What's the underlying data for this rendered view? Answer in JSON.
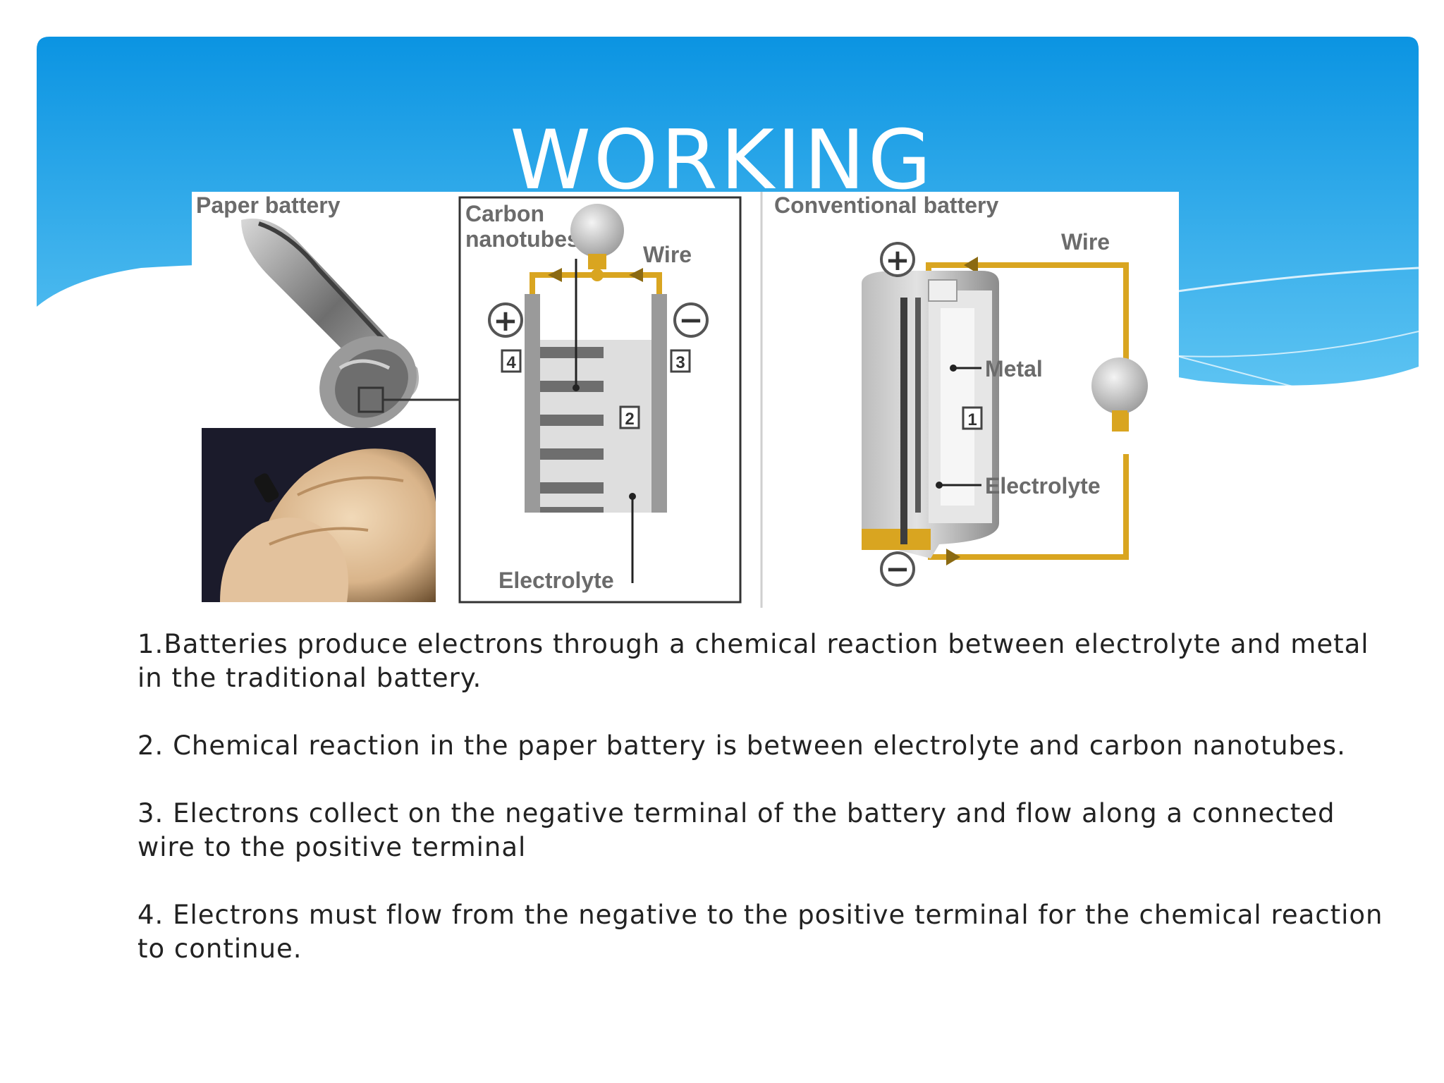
{
  "slide": {
    "title": "WORKING",
    "colors": {
      "header_top": "#0b94e2",
      "header_bottom": "#5cc3f2",
      "wire": "#d9a520",
      "text": "#222222"
    }
  },
  "figure": {
    "paper_battery_label": "Paper battery",
    "carbon_label_line1": "Carbon",
    "carbon_label_line2": "nanotubes",
    "wire_label_left": "Wire",
    "electrolyte_label_left": "Electrolyte",
    "conventional_battery_label": "Conventional battery",
    "wire_label_right": "Wire",
    "metal_label": "Metal",
    "electrolyte_label_right": "Electrolyte",
    "plus_symbol": "+",
    "minus_symbol": "−",
    "marker_1": "1",
    "marker_2": "2",
    "marker_3": "3",
    "marker_4": "4"
  },
  "points": [
    {
      "num": "1.",
      "text": "Batteries produce electrons through a chemical reaction between electrolyte and metal in the traditional battery."
    },
    {
      "num": "2.",
      "text": " Chemical reaction in the paper battery is between electrolyte and carbon nanotubes."
    },
    {
      "num": "3.",
      "text": " Electrons collect on the negative terminal of the battery and flow along a connected wire to the positive terminal"
    },
    {
      "num": "4.",
      "text": " Electrons must flow from the negative to the positive terminal for the chemical reaction to continue."
    }
  ]
}
